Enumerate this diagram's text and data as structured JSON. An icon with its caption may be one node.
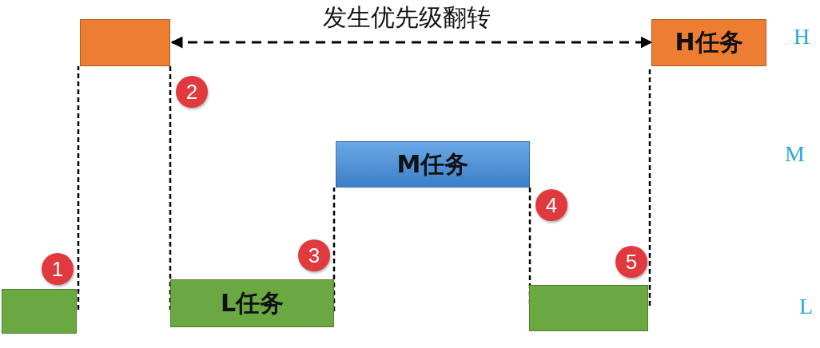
{
  "diagram": {
    "nodes": [
      {
        "text": [],
        "shape": "bar"
      },
      {
        "text": [],
        "shape": "bar"
      },
      {
        "text": [
          "L任务"
        ]
      },
      {
        "text": [
          "M任务"
        ]
      },
      {
        "text": [],
        "shape": "bar"
      },
      {
        "text": [
          "H任务"
        ]
      }
    ],
    "edges": [
      {
        "from": 0,
        "to": 1,
        "arrow": "none",
        "style": "dashed"
      },
      {
        "from": 1,
        "to": 2,
        "arrow": "none",
        "style": "dashed"
      },
      {
        "from": 2,
        "to": 3,
        "arrow": "none",
        "style": "dashed"
      },
      {
        "from": 3,
        "to": 4,
        "arrow": "none",
        "style": "dashed"
      },
      {
        "from": 4,
        "to": 5,
        "arrow": "none",
        "style": "dashed"
      },
      {
        "from": 1,
        "to": 5,
        "arrow": "both",
        "style": "dashed",
        "label": "发生优先级翻转"
      }
    ],
    "labels": [
      "H",
      "2",
      "M",
      "4",
      "3",
      "5",
      "1",
      "L"
    ]
  }
}
